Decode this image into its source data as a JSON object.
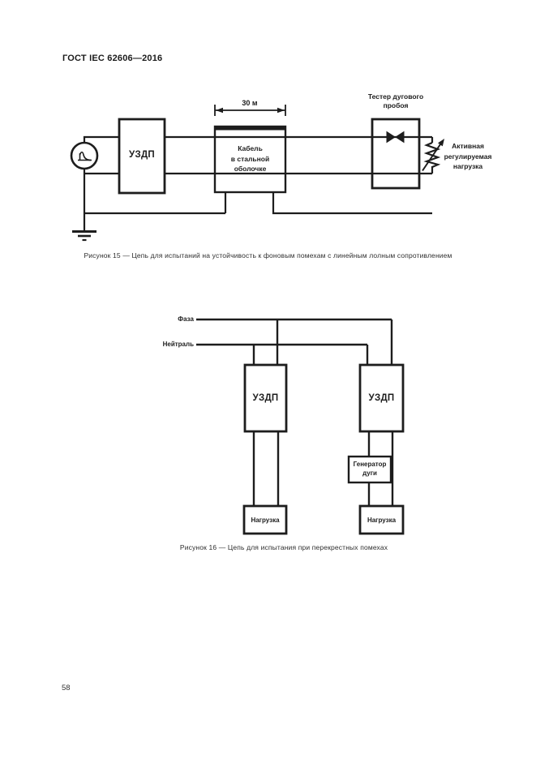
{
  "page": {
    "header_title": "ГОСТ IEC 62606—2016",
    "page_number": "58",
    "ink_color": "#1d1d1d",
    "background_color": "#ffffff"
  },
  "figure_15": {
    "caption": "Рисунок 15 — Цепь для испытаний на устойчивость к фоновым помехам с линейным лолным  сопротивлением",
    "dimension_label": "30 м",
    "uzdp_label": "УЗДП",
    "cable_label": "Кабель\nв стальной\nоболочке",
    "tester_label": "Тестер дугового\nпробоя",
    "load_label": "Активная\nрегулируемая\nнагрузка"
  },
  "figure_16": {
    "caption": "Рисунок 16 — Цепь для испытания при перекрестных помехах",
    "phase_label": "Фаза",
    "neutral_label": "Нейтраль",
    "uzdp_left_label": "УЗДП",
    "uzdp_right_label": "УЗДП",
    "arc_generator_label": "Генератор\nдуги",
    "load_left_label": "Нагрузка",
    "load_right_label": "Нагрузка"
  }
}
